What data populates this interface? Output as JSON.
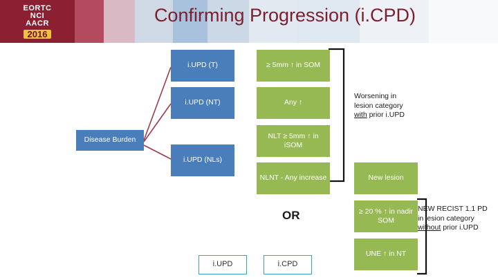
{
  "header": {
    "logo_line1": "EORTC",
    "logo_line2": "NCI",
    "logo_line3": "AACR",
    "logo_year": "2016",
    "title": "Confirming Progression (i.CPD)"
  },
  "diagram": {
    "disease_burden": "Disease Burden",
    "categories": [
      {
        "id": "iupd-t",
        "label": "i.UPD (T)"
      },
      {
        "id": "iupd-nt",
        "label": "i.UPD (NT)"
      },
      {
        "id": "iupd-nls",
        "label": "i.UPD (NLs)"
      }
    ],
    "criteria": [
      {
        "id": "crit-som",
        "label": "≥ 5mm ↑ in SOM"
      },
      {
        "id": "crit-any",
        "label": "Any ↑"
      },
      {
        "id": "crit-nlt",
        "label": "NLT ≥ 5mm ↑ in iSOM"
      },
      {
        "id": "crit-nlnt",
        "label": "NLNT - Any increase"
      },
      {
        "id": "crit-new-lesion",
        "label": "New lesion"
      },
      {
        "id": "crit-nadir",
        "label": "≥ 20 % ↑ in nadir SOM"
      },
      {
        "id": "crit-une",
        "label": "UNE ↑ in NT"
      }
    ],
    "annotations": {
      "worsening": {
        "line1": "Worsening  in",
        "line2": "lesion category",
        "line3_underline": "with",
        "line3_rest": " prior i.UPD"
      },
      "new_recist": {
        "line1": "NEW RECIST 1.1 PD",
        "line2": "in lesion category",
        "line3_underline": "without",
        "line3_rest": " prior i.UPD"
      }
    },
    "or_label": "OR",
    "legend": [
      {
        "id": "legend-iupd",
        "label": "i.UPD"
      },
      {
        "id": "legend-icpd",
        "label": "i.CPD"
      }
    ]
  }
}
